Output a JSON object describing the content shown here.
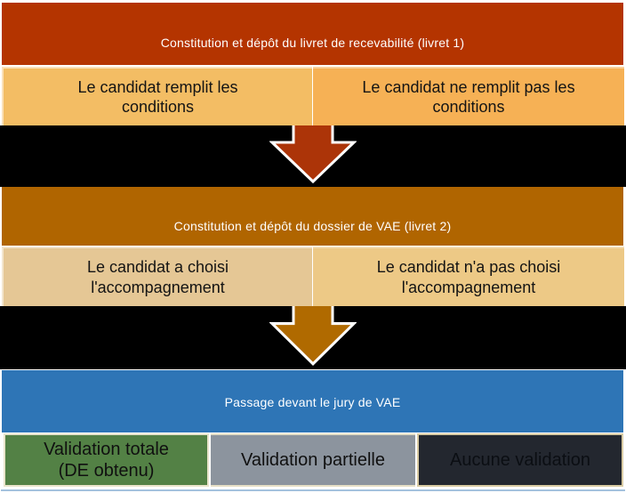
{
  "diagram": {
    "title_hint": "Processus VAE",
    "sections": [
      {
        "header": "Constitution et dépôt du livret de recevabilité (livret 1)",
        "header_color": "#B43400",
        "options": [
          {
            "label": "Le candidat remplit les\nconditions",
            "color": "#F3BD64"
          },
          {
            "label": "Le candidat ne remplit pas les\nconditions",
            "color": "#F6B155"
          }
        ]
      },
      {
        "header": "Constitution et dépôt du dossier de VAE (livret 2)",
        "header_color": "#B06500",
        "options": [
          {
            "label": "Le candidat a choisi\nl'accompagnement",
            "color": "#E5C795"
          },
          {
            "label": "Le candidat n'a pas choisi\nl'accompagnement",
            "color": "#EDC986"
          }
        ]
      },
      {
        "header": "Passage devant le jury de VAE",
        "header_color": "#2E75B6",
        "outcomes": [
          {
            "label": "Validation totale\n(DE obtenu)",
            "color": "#538145"
          },
          {
            "label": "Validation partielle",
            "color": "#8C949E"
          },
          {
            "label": "Aucune validation",
            "color": "#23272F"
          }
        ]
      }
    ],
    "arrows": [
      {
        "color": "#AC3408"
      },
      {
        "color": "#B06A00"
      }
    ],
    "band_color": "#000000",
    "bottom_strip_color": "#A4C2DE"
  }
}
